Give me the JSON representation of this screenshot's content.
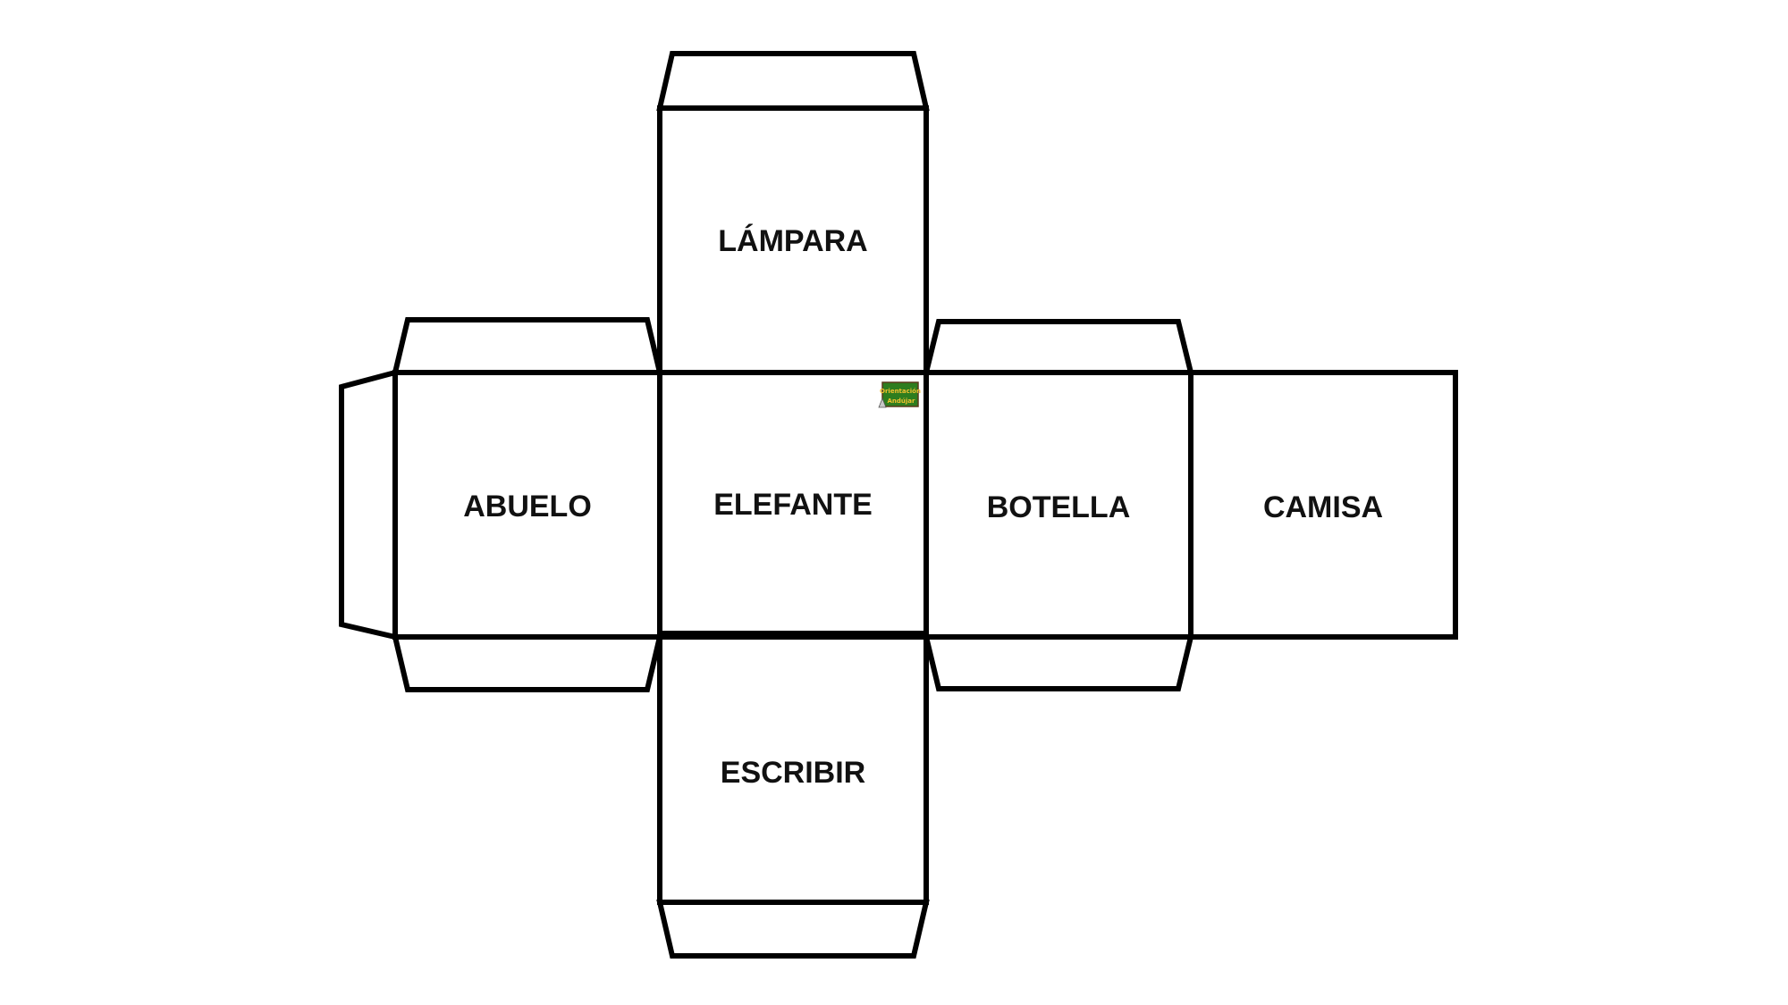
{
  "faces": {
    "top": "LÁMPARA",
    "left": "ABUELO",
    "center": "ELEFANTE",
    "right": "BOTELLA",
    "far_right": "CAMISA",
    "bottom": "ESCRIBIR"
  },
  "logo": {
    "line1": "Orientación",
    "line2": "Andújar",
    "bg_color": "#2e7d1e",
    "text_color": "#f2c12e"
  },
  "colors": {
    "outline": "#000000",
    "background": "#ffffff"
  }
}
